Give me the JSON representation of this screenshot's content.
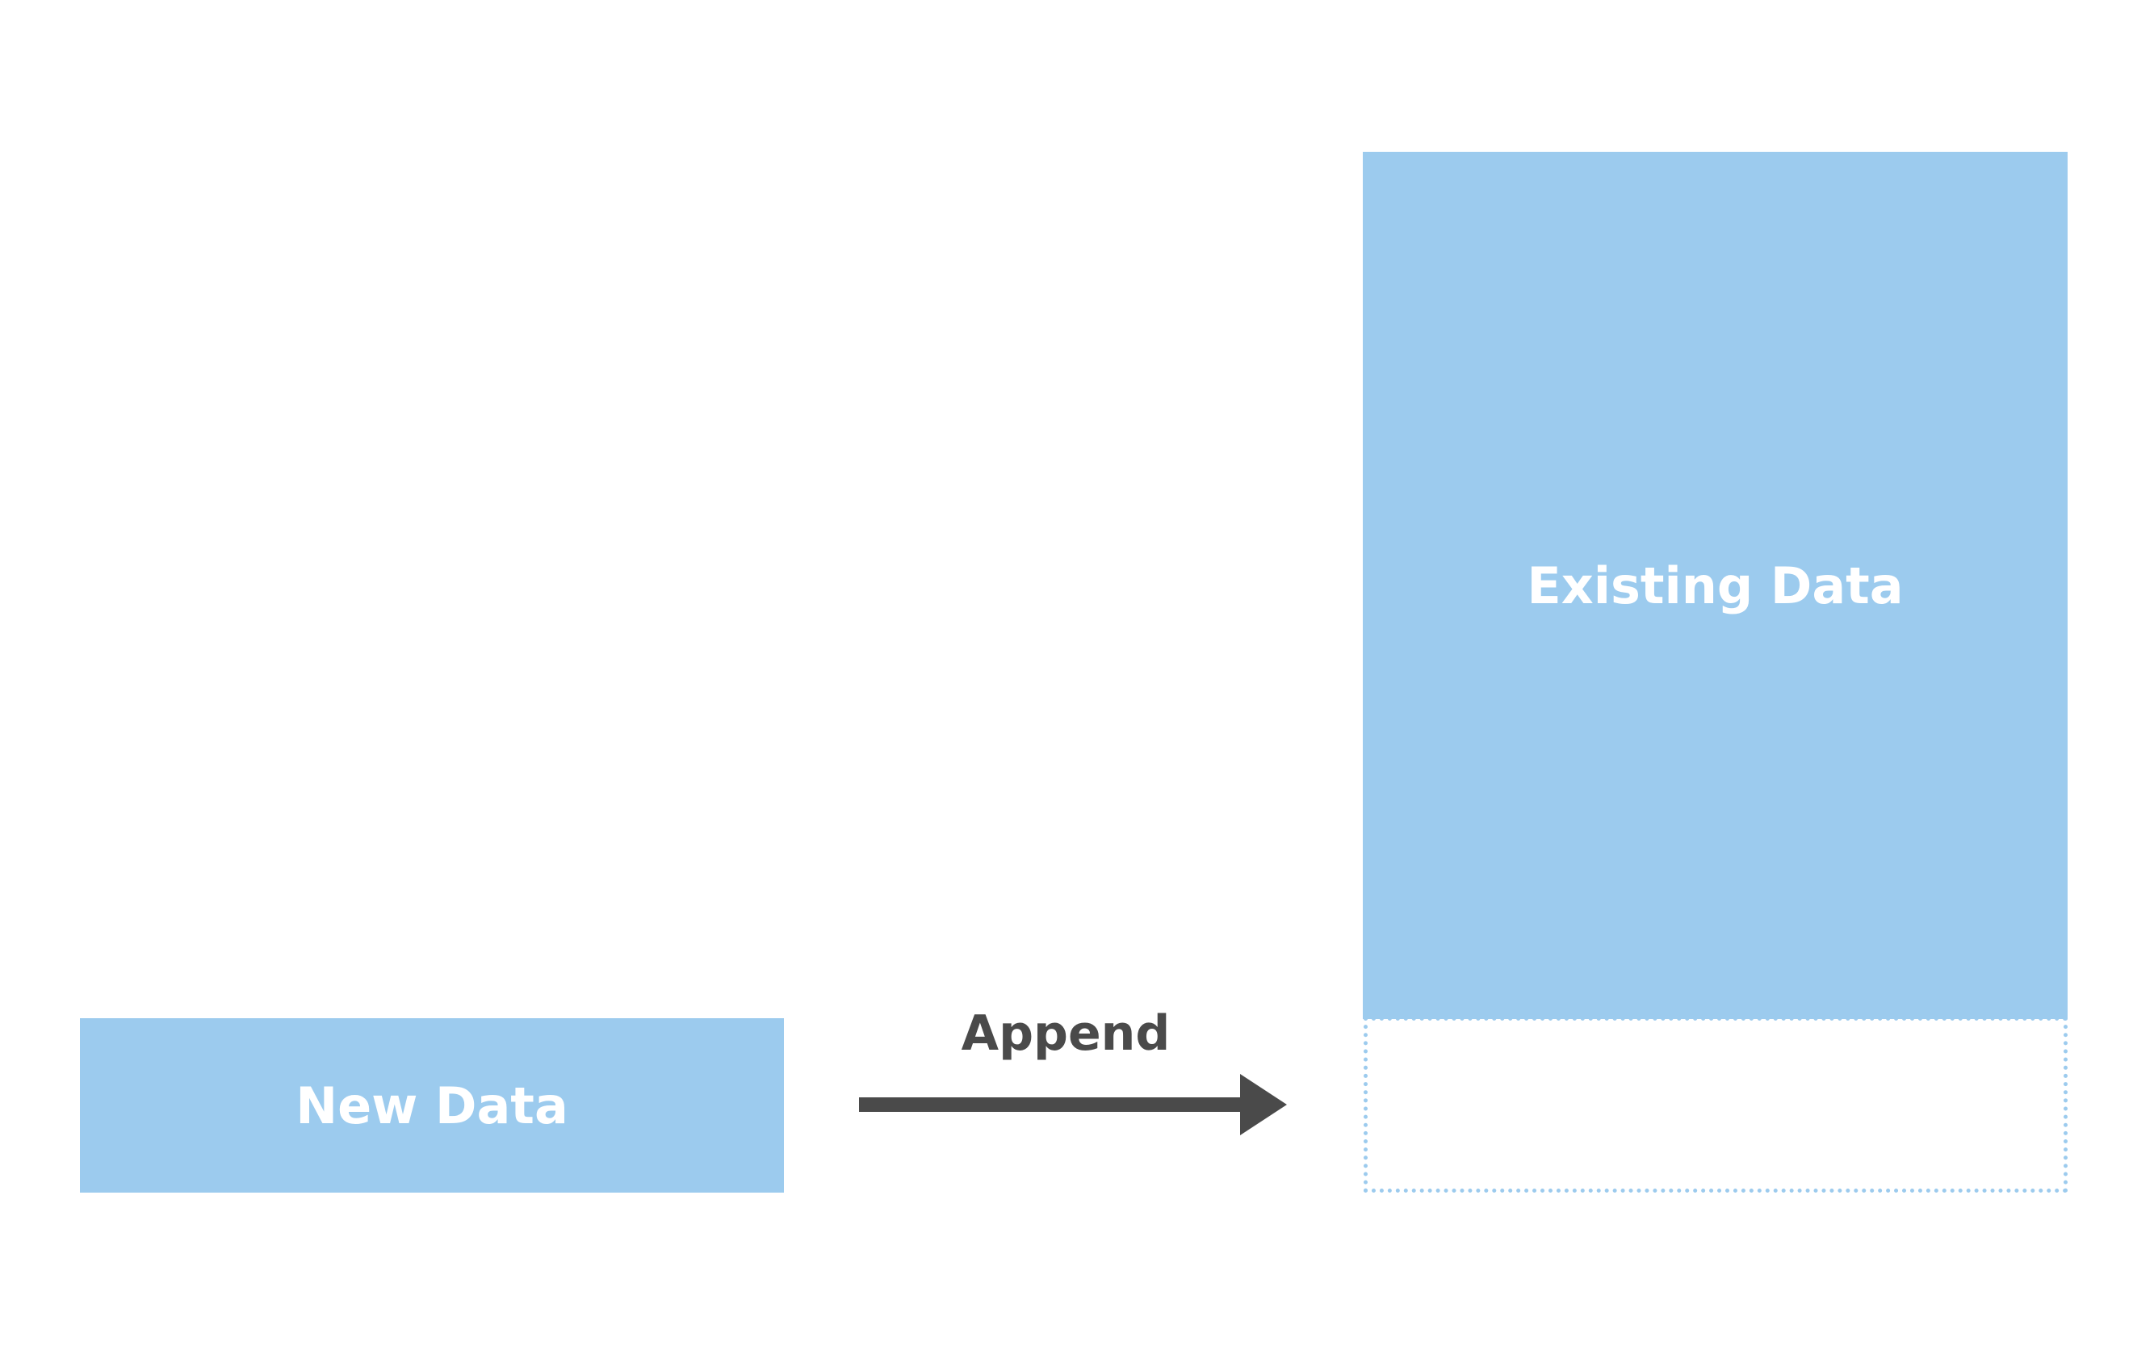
{
  "diagram": {
    "new_block": {
      "label": "New Data"
    },
    "existing_block": {
      "label": "Existing Data"
    },
    "arrow": {
      "label": "Append"
    },
    "colors": {
      "block_fill": "#9ccbee",
      "block_text": "#ffffff",
      "arrow": "#4a4a4a",
      "placeholder_border": "#9ccbee"
    }
  }
}
